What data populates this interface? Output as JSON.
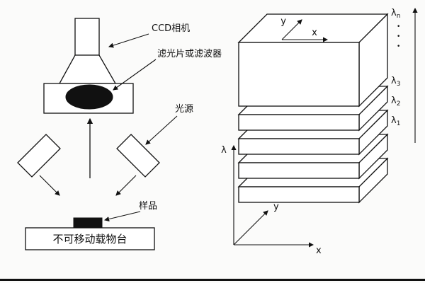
{
  "figure": {
    "colors": {
      "ink": "#111111",
      "paper": "#fbfbfa"
    },
    "left": {
      "camera_label": "CCD相机",
      "filter_label": "滤光片或滤波器",
      "light_label": "光源",
      "sample_label": "样品",
      "stage_label": "不可移动载物台"
    },
    "cube": {
      "top_axis_y": "y",
      "top_axis_x": "x",
      "bottom_axis_lambda": "λ",
      "bottom_axis_y": "y",
      "bottom_axis_x": "x",
      "scale": {
        "top_symbol": "λ",
        "top_sub": "n",
        "dots": [
          "•",
          "•",
          "•"
        ],
        "bands": [
          {
            "symbol": "λ",
            "sub": "3"
          },
          {
            "symbol": "λ",
            "sub": "2"
          },
          {
            "symbol": "λ",
            "sub": "1"
          }
        ]
      }
    }
  }
}
